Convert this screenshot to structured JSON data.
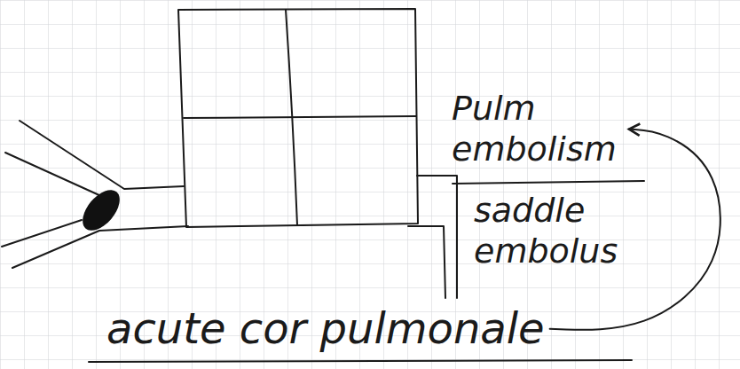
{
  "diagram": {
    "nodes": [
      {
        "text": [
          "Pulm embolism"
        ]
      },
      {
        "text": [
          "saddle embolus"
        ]
      },
      {
        "text": [
          "acute cor pulmonale"
        ]
      }
    ],
    "edges": [
      {
        "from": 2,
        "to": 0,
        "arrow": "to"
      }
    ]
  }
}
